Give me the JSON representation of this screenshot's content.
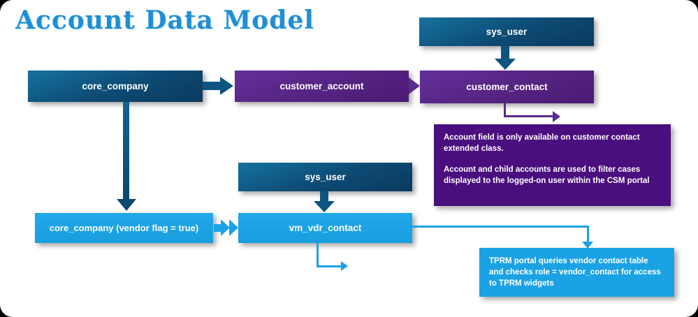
{
  "title": "Account Data Model",
  "colors": {
    "title_blue": "#1e8fd6",
    "dark_blue": "#0d4a73",
    "purple": "#54227f",
    "note_purple": "#4a0e7e",
    "light_blue": "#1ba2e4",
    "text_white": "#ffffff"
  },
  "boxes": {
    "sys_user_top": {
      "label": "sys_user"
    },
    "core_company": {
      "label": "core_company"
    },
    "customer_account": {
      "label": "customer_account"
    },
    "customer_contact": {
      "label": "customer_contact"
    },
    "sys_user_mid": {
      "label": "sys_user"
    },
    "core_company_vendor": {
      "label": "core_company (vendor flag = true)"
    },
    "vm_vdr_contact": {
      "label": "vm_vdr_contact"
    }
  },
  "notes": {
    "customer_note": {
      "line1": "Account  field is only available on customer contact extended class.",
      "line2": "Account and child accounts are used to filter cases displayed to the logged-on user within the CSM portal"
    },
    "tprm_note": {
      "text": "TPRM portal queries vendor contact table and checks role = vendor_contact for access to TPRM widgets"
    }
  }
}
